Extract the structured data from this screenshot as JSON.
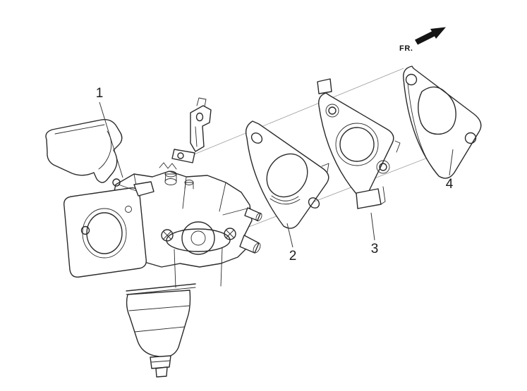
{
  "labels": {
    "part1": "1",
    "part2": "2",
    "part3": "3",
    "part4": "4"
  },
  "direction_indicator": "FR.",
  "colors": {
    "line": "#2b2b2b",
    "background": "#ffffff"
  }
}
